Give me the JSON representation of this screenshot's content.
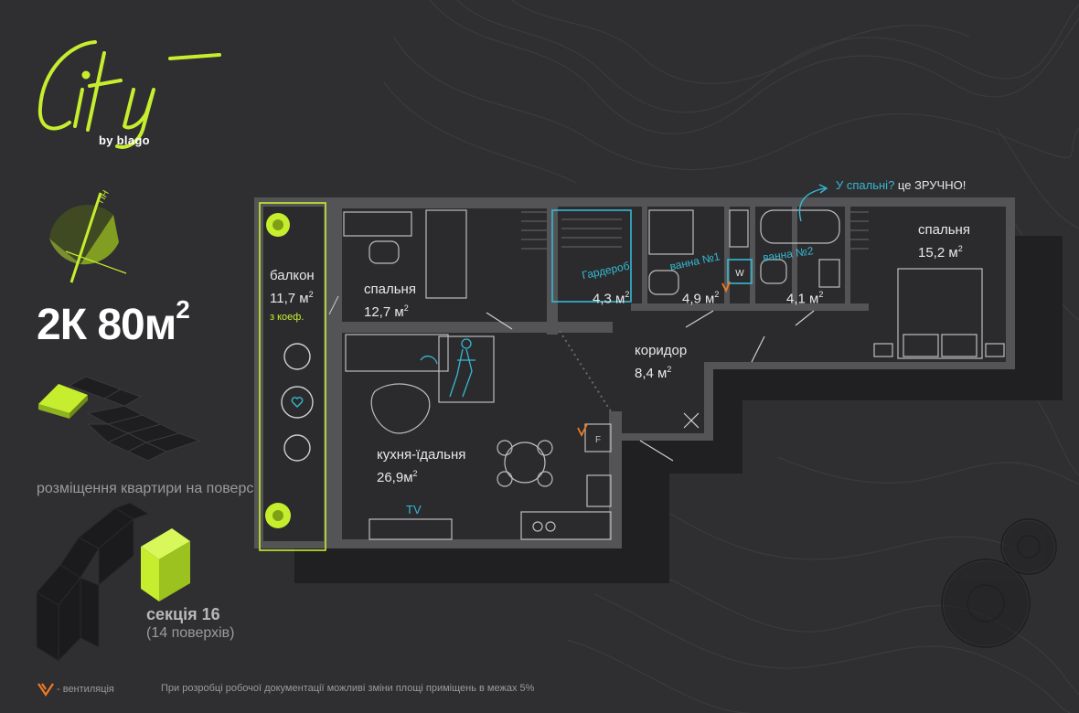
{
  "brand": {
    "logo_text": "City",
    "by": "by blago"
  },
  "compass": {
    "label": "ПН"
  },
  "flat": {
    "type": "2К 80м",
    "sup": "2"
  },
  "floor_caption": "розміщення квартири на поверсі",
  "section": {
    "title": "секція 16",
    "subtitle": "(14 поверхів)"
  },
  "legend": {
    "vent": "- вентиляція"
  },
  "disclaimer": "При розробці робочої документації можливі зміни площі приміщень в межах 5%",
  "note": {
    "question": "У спальні?",
    "answer": "це ЗРУЧНО!"
  },
  "rooms": {
    "balcony": {
      "name": "балкон",
      "area": "11,7 м",
      "sup": "2",
      "coef": "з коеф."
    },
    "bedroom1": {
      "name": "спальня",
      "area": "12,7 м",
      "sup": "2"
    },
    "wardrobe": {
      "name": "Гардероб",
      "area": "4,3 м",
      "sup": "2"
    },
    "bath1": {
      "name": "ванна №1",
      "area": "4,9 м",
      "sup": "2"
    },
    "bath2": {
      "name": "ванна №2",
      "area": "4,1 м",
      "sup": "2"
    },
    "bedroom2": {
      "name": "спальня",
      "area": "15,2 м",
      "sup": "2"
    },
    "corridor": {
      "name": "коридор",
      "area": "8,4 м",
      "sup": "2"
    },
    "kitchen": {
      "name": "кухня-їдальня",
      "area": "26,9м",
      "sup": "2"
    }
  },
  "fixtures": {
    "tv": "TV",
    "washer": "W",
    "fridge": "F"
  },
  "colors": {
    "accent": "#c6ee2f",
    "cyan": "#35b9d4",
    "vent": "#f07a22",
    "background": "#2f2f31"
  }
}
